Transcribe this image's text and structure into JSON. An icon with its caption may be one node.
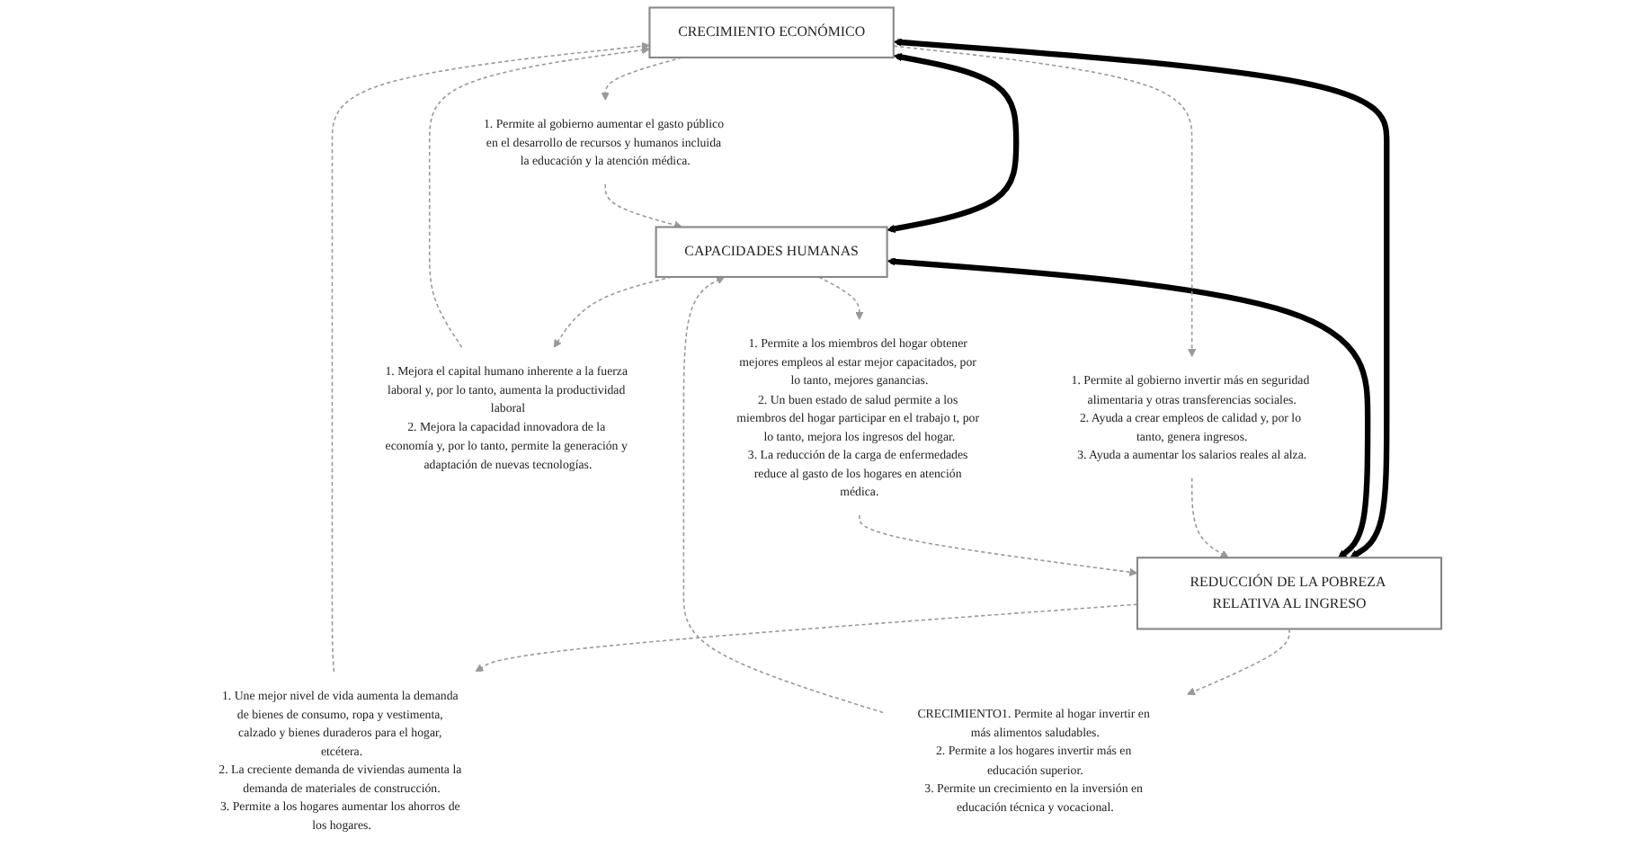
{
  "diagram": {
    "nodes": [
      {
        "text": [
          "CRECIMIENTO ECONÓMICO"
        ]
      },
      {
        "text": [
          "1. Permite al gobierno aumentar el gasto público en el desarrollo de recursos y humanos incluida la educación y la atención médica."
        ]
      },
      {
        "text": [
          "1. Permite al gobierno invertir más en seguridad alimentaria y otras transferencias sociales.",
          "2. Ayuda a crear empleos de calidad y, por lo tanto, genera ingresos.",
          "3. Ayuda a aumentar los salarios reales al alza."
        ]
      },
      {
        "text": [
          "1. Mejora el capital humano inherente a la fuerza laboral y, por lo tanto, aumenta la productividad laboral",
          "2. Mejora la capacidad innovadora de la economía y, por lo tanto, permite la generación y adaptación de nuevas tecnologías."
        ]
      },
      {
        "text": [
          "1. Une mejor nivel de vida aumenta la demanda de bienes de consumo, ropa y vestimenta, calzado y bienes duraderos para el hogar, etcétera.",
          "2. La creciente demanda de viviendas aumenta la demanda de materiales de construcción.",
          "3. Permite a los hogares aumentar los ahorros de los hogares."
        ]
      },
      {
        "text": [
          "CAPACIDADES HUMANAS"
        ]
      },
      {
        "text": [
          "REDUCCIÓN DE LA POBREZA RELATIVA AL INGRESO"
        ]
      },
      {
        "text": [
          "1. Permite a los miembros del hogar obtener mejores empleos al estar mejor capacitados, por lo tanto, mejores ganancias.",
          "2. Un buen estado de salud permite a los miembros del hogar participar en el trabajo t, por lo tanto, mejora los ingresos del hogar.",
          "3. La reducción de la carga de enfermedades reduce al gasto de los hogares en atención médica."
        ]
      },
      {
        "text": [
          "CRECIMIENTO1. Permite al hogar invertir en más alimentos saludables.",
          "2. Permite a los hogares invertir más en educación superior.",
          "3. Permite un crecimiento en la inversión en educación técnica y vocacional."
        ]
      }
    ],
    "edges": [
      {
        "from": 0,
        "to": 5,
        "arrow": "both",
        "style": "thick",
        "color": "#000000"
      },
      {
        "from": 0,
        "to": 6,
        "arrow": "both",
        "style": "thick",
        "color": "#000000"
      },
      {
        "from": 5,
        "to": 6,
        "arrow": "both",
        "style": "thick",
        "color": "#000000"
      },
      {
        "from": 0,
        "to": 1,
        "arrow": "to",
        "style": "dashed",
        "color": "#999999"
      },
      {
        "from": 0,
        "to": 2,
        "arrow": "to",
        "style": "dashed",
        "color": "#999999"
      },
      {
        "from": 3,
        "to": 0,
        "arrow": "to",
        "style": "dashed",
        "color": "#999999"
      },
      {
        "from": 4,
        "to": 0,
        "arrow": "to",
        "style": "dashed",
        "color": "#999999"
      },
      {
        "from": 1,
        "to": 5,
        "arrow": "to",
        "style": "dashed",
        "color": "#999999"
      },
      {
        "from": 5,
        "to": 3,
        "arrow": "to",
        "style": "dashed",
        "color": "#999999"
      },
      {
        "from": 2,
        "to": 6,
        "arrow": "to",
        "style": "dashed",
        "color": "#999999"
      },
      {
        "from": 6,
        "to": 4,
        "arrow": "to",
        "style": "dashed",
        "color": "#999999"
      },
      {
        "from": 5,
        "to": 7,
        "arrow": "to",
        "style": "dashed",
        "color": "#999999"
      },
      {
        "from": 6,
        "to": 8,
        "arrow": "to",
        "style": "dashed",
        "color": "#999999"
      },
      {
        "from": 8,
        "to": 5,
        "arrow": "to",
        "style": "dashed",
        "color": "#999999"
      },
      {
        "from": 7,
        "to": 6,
        "arrow": "to",
        "style": "dashed",
        "color": "#999999"
      }
    ]
  }
}
